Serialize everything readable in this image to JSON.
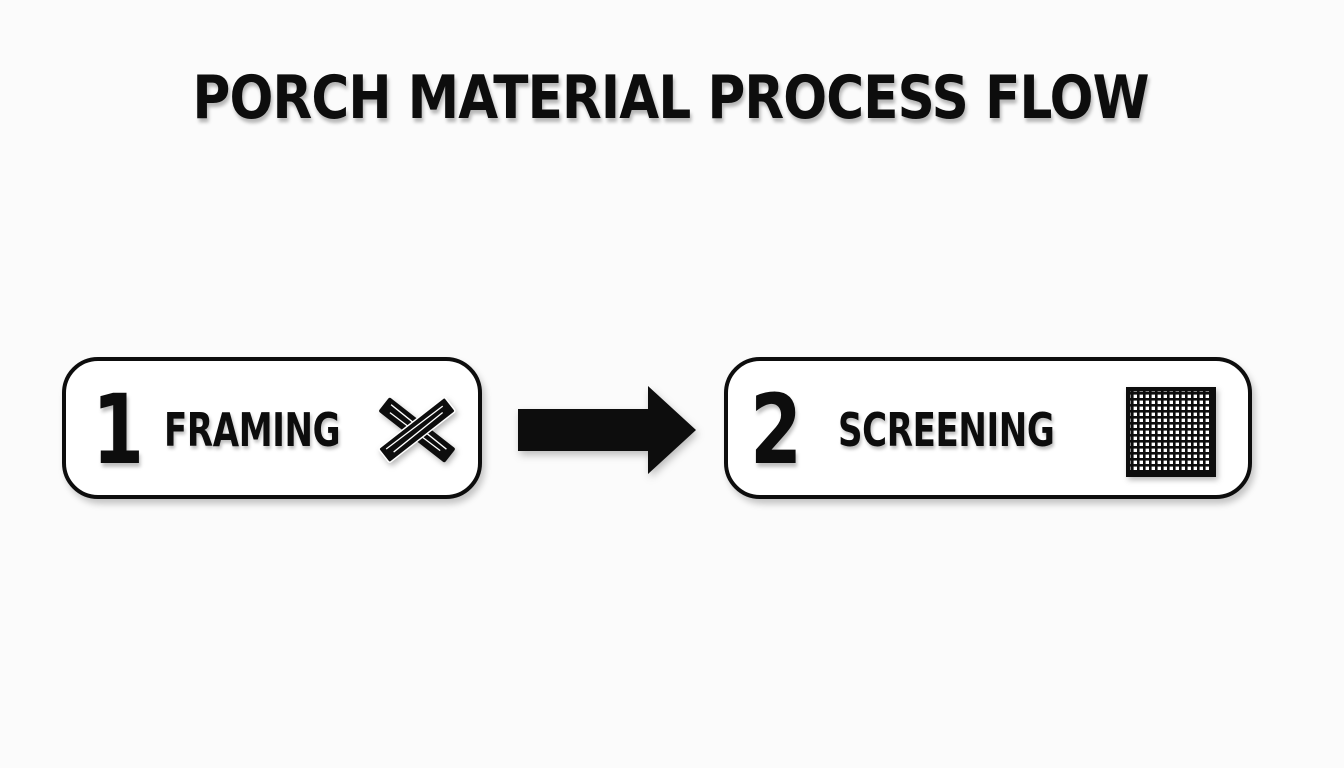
{
  "title": "PORCH MATERIAL PROCESS FLOW",
  "steps": [
    {
      "number": "1",
      "label": "FRAMING",
      "icon": "crossed-lumber-icon"
    },
    {
      "number": "2",
      "label": "SCREENING",
      "icon": "screen-mesh-icon"
    }
  ],
  "connector": {
    "icon": "right-arrow-icon"
  },
  "colors": {
    "ink": "#0d0d0d",
    "background": "#fbfbfb",
    "box_fill": "#ffffff"
  }
}
